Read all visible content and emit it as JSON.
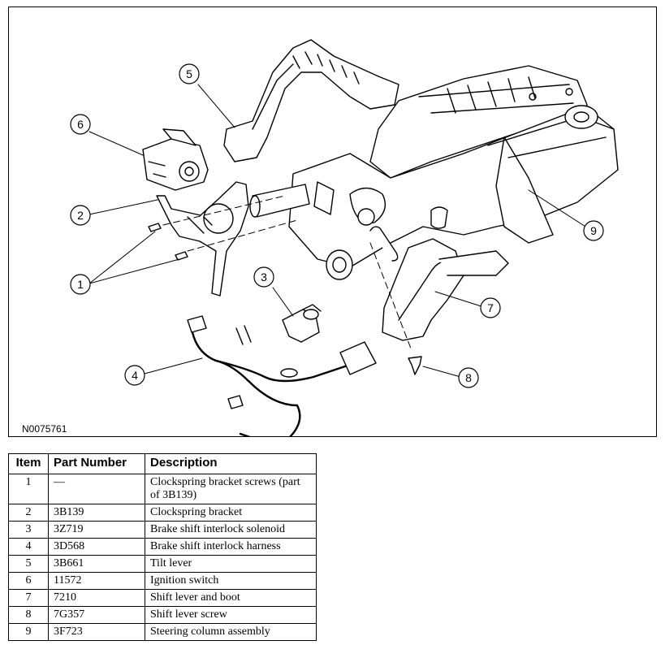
{
  "figure": {
    "id": "N0075761",
    "callouts": [
      "1",
      "2",
      "3",
      "4",
      "5",
      "6",
      "7",
      "8",
      "9"
    ]
  },
  "table": {
    "headers": [
      "Item",
      "Part Number",
      "Description"
    ],
    "rows": [
      {
        "item": "1",
        "part_number": "—",
        "description": "Clockspring bracket screws (part of 3B139)"
      },
      {
        "item": "2",
        "part_number": "3B139",
        "description": "Clockspring bracket"
      },
      {
        "item": "3",
        "part_number": "3Z719",
        "description": "Brake shift interlock solenoid"
      },
      {
        "item": "4",
        "part_number": "3D568",
        "description": "Brake shift interlock harness"
      },
      {
        "item": "5",
        "part_number": "3B661",
        "description": "Tilt lever"
      },
      {
        "item": "6",
        "part_number": "11572",
        "description": "Ignition switch"
      },
      {
        "item": "7",
        "part_number": "7210",
        "description": "Shift lever and boot"
      },
      {
        "item": "8",
        "part_number": "7G357",
        "description": "Shift lever screw"
      },
      {
        "item": "9",
        "part_number": "3F723",
        "description": "Steering column assembly"
      }
    ]
  }
}
